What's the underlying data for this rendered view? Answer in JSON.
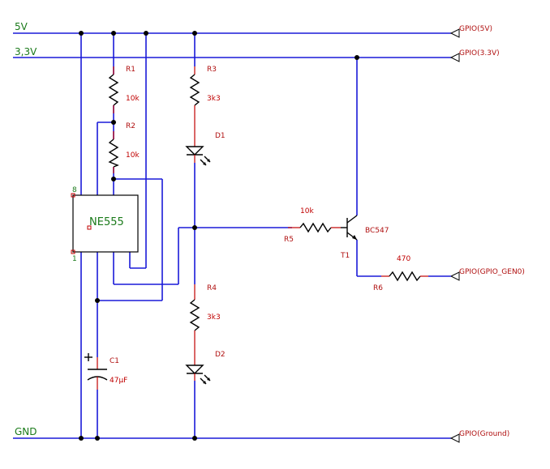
{
  "nets": {
    "v5": "5V",
    "v33": "3,3V",
    "gnd": "GND"
  },
  "ports": {
    "p5v": "GPIO(5V)",
    "p33": "GPIO(3.3V)",
    "pgen": "GPIO(GPIO_GEN0)",
    "pgnd": "GPIO(Ground)"
  },
  "ic": {
    "name": "NE555",
    "pin8": "8",
    "pin1": "1"
  },
  "components": {
    "r1": {
      "ref": "R1",
      "value": "10k"
    },
    "r2": {
      "ref": "R2",
      "value": "10k"
    },
    "r3": {
      "ref": "R3",
      "value": "3k3"
    },
    "r4": {
      "ref": "R4",
      "value": "3k3"
    },
    "r5": {
      "ref": "R5",
      "value": "10k"
    },
    "r6": {
      "ref": "R6",
      "value": "470"
    },
    "d1": {
      "ref": "D1"
    },
    "d2": {
      "ref": "D2"
    },
    "c1": {
      "ref": "C1",
      "value": "47µF"
    },
    "t1": {
      "ref": "T1",
      "value": "BC547"
    }
  },
  "colors": {
    "wire": "#1a1ad8",
    "component": "#000000",
    "label": "#c00000",
    "net_label": "#1a7a1a"
  }
}
